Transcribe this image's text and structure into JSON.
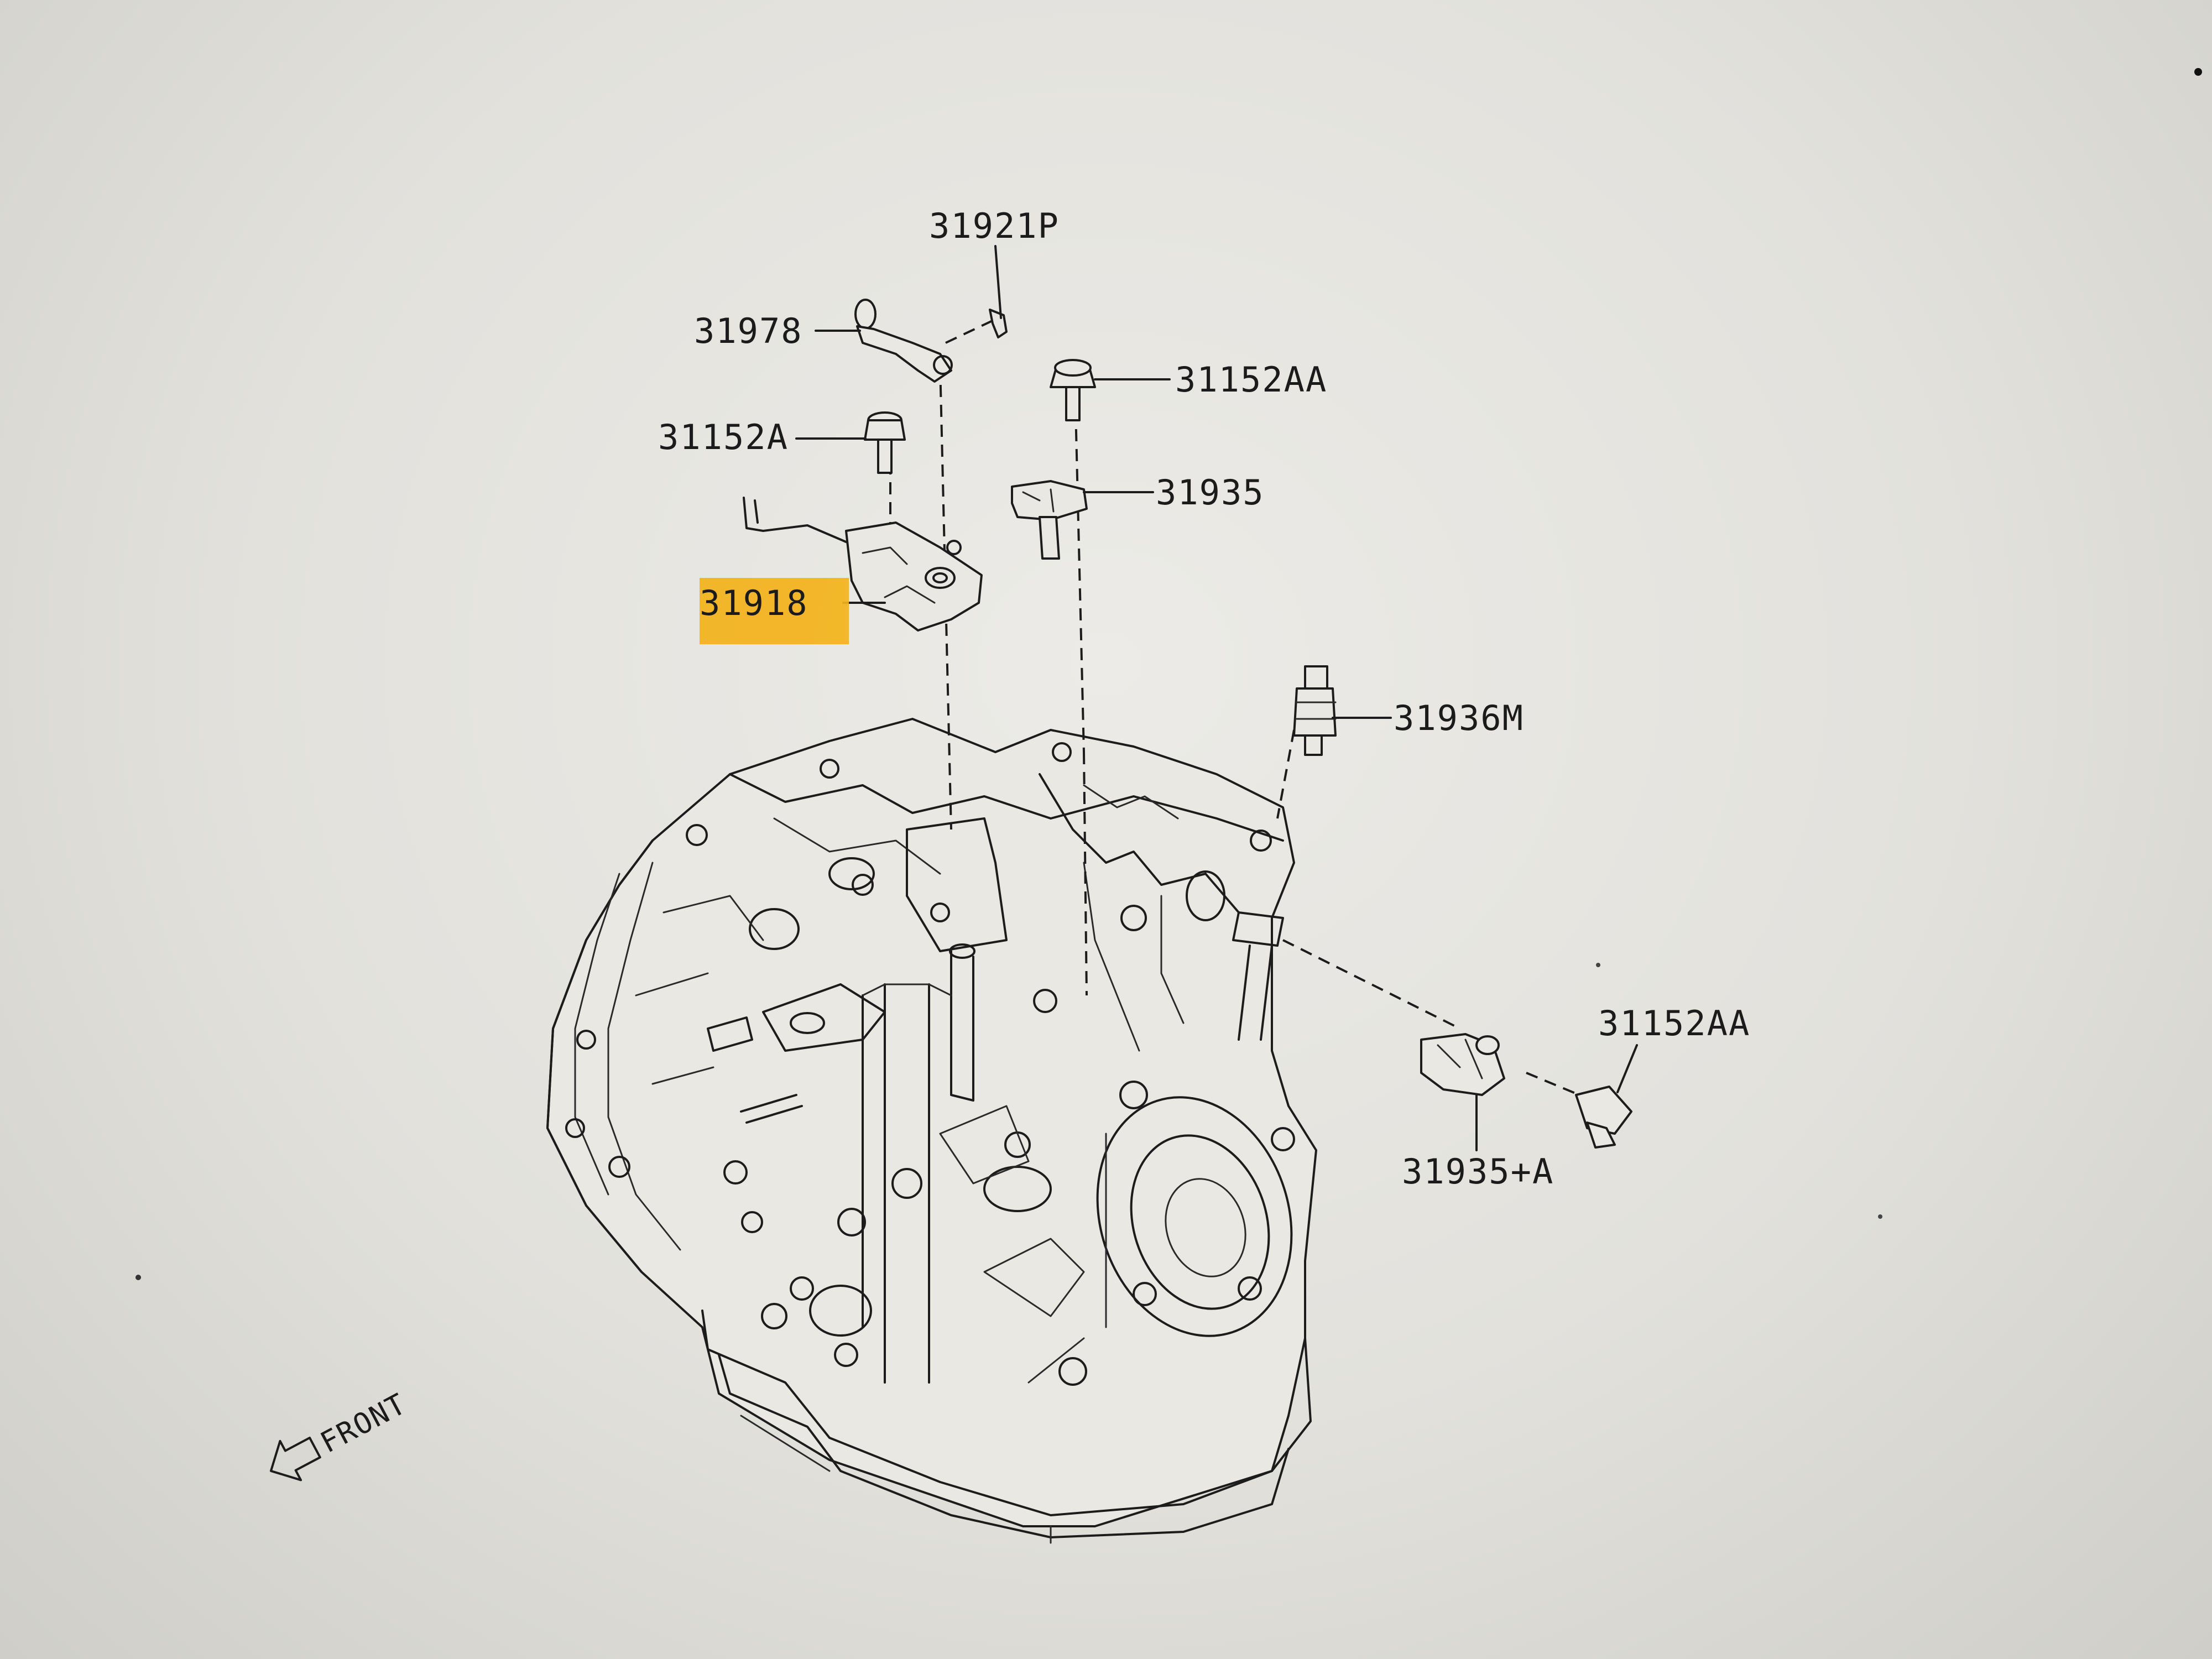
{
  "diagram": {
    "parts": [
      {
        "id": "p-31921p",
        "label": "31921P"
      },
      {
        "id": "p-31978",
        "label": "31978"
      },
      {
        "id": "p-31152aa-1",
        "label": "31152AA"
      },
      {
        "id": "p-31152a",
        "label": "31152A"
      },
      {
        "id": "p-31935",
        "label": "31935"
      },
      {
        "id": "p-31918",
        "label": "31918",
        "highlighted": true
      },
      {
        "id": "p-31936m",
        "label": "31936M"
      },
      {
        "id": "p-31152aa-2",
        "label": "31152AA"
      },
      {
        "id": "p-31935a",
        "label": "31935+A"
      }
    ],
    "direction_label": "FRONT",
    "highlight_color": "#f3b21a",
    "ink_color": "#1c1c1c"
  }
}
